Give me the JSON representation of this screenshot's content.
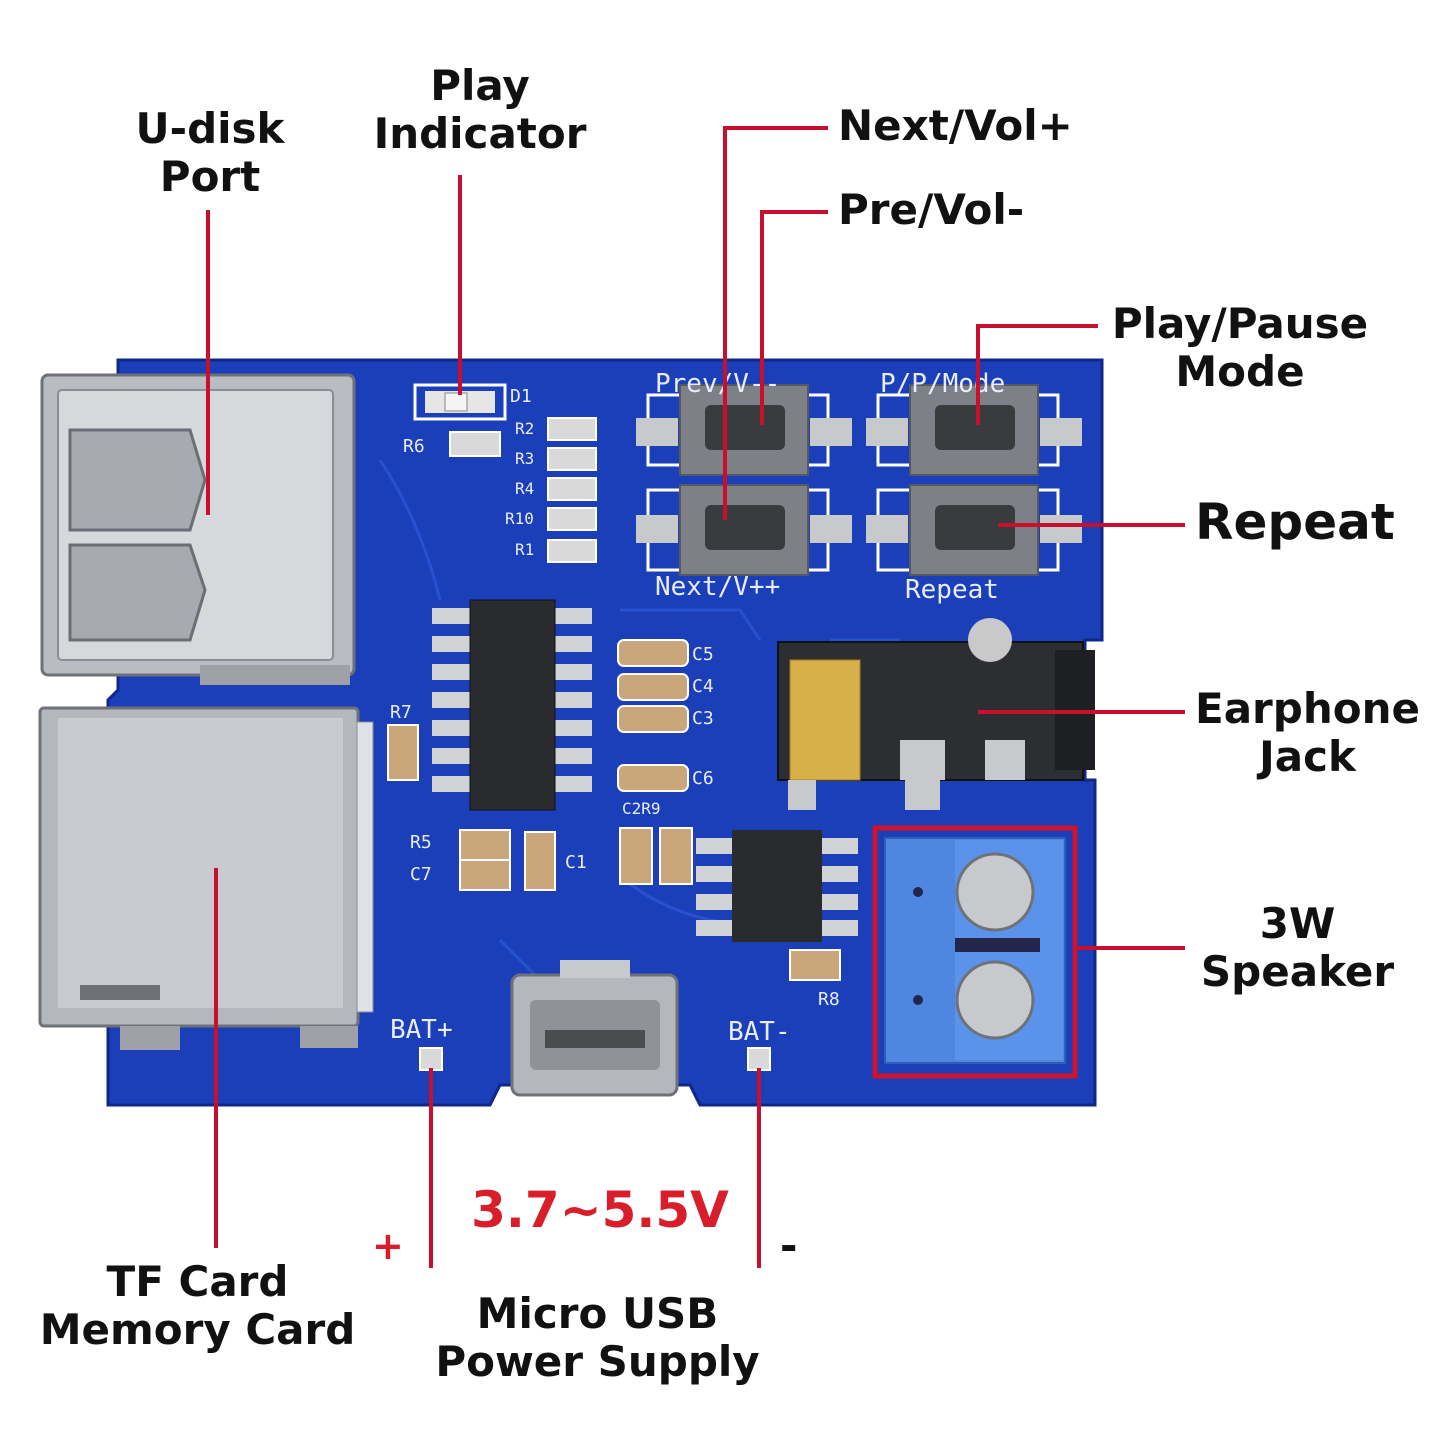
{
  "labels": {
    "udisk_port": [
      "U-disk",
      "Port"
    ],
    "play_indicator": [
      "Play",
      "Indicator"
    ],
    "next_vol": "Next/Vol+",
    "pre_vol": "Pre/Vol-",
    "play_pause": [
      "Play/Pause",
      "Mode"
    ],
    "repeat": "Repeat",
    "earphone_jack": [
      "Earphone",
      "Jack"
    ],
    "speaker": [
      "3W",
      "Speaker"
    ],
    "tf_card": [
      "TF Card",
      "Memory Card"
    ],
    "micro_usb": [
      "Micro USB",
      "Power Supply"
    ],
    "voltage": "3.7~5.5V",
    "plus": "+",
    "minus": "-"
  },
  "silkscreen": {
    "prev": "Prev/V--",
    "pp_mode": "P/P/Mode",
    "next": "Next/V++",
    "repeat": "Repeat",
    "d1": "D1",
    "r6": "R6",
    "r2": "R2",
    "r3": "R3",
    "r4": "R4",
    "r10": "R10",
    "r1": "R1",
    "r7": "R7",
    "r5": "R5",
    "c7": "C7",
    "c1": "C1",
    "c5": "C5",
    "c4": "C4",
    "c3": "C3",
    "c6": "C6",
    "c2r9": "C2R9",
    "r8": "R8",
    "bat_plus": "BAT+",
    "bat_minus": "BAT-"
  },
  "colors": {
    "leader_line": "#c8102e",
    "voltage_text": "#d81e2a",
    "pcb": "#1a3fb8",
    "terminal": "#4f86e0"
  }
}
